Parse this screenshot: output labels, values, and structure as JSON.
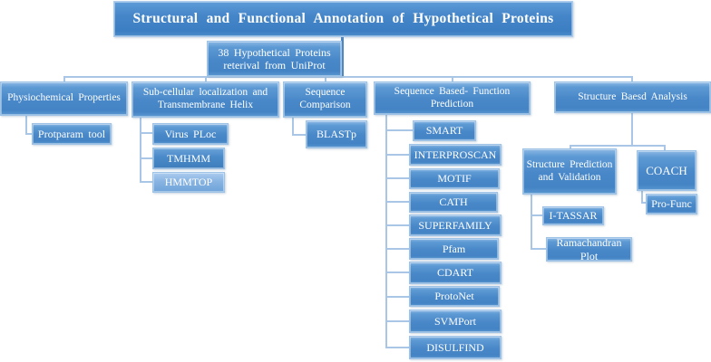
{
  "tree": {
    "label": "Structural  and  Functional  Annotation  of Hypothetical  Proteins",
    "child": {
      "label": "38 Hypothetical  Proteins reterival  from  UniProt",
      "branches": [
        {
          "label": "Physiochemical  Properties",
          "children": [
            {
              "label": "Protparam  tool"
            }
          ]
        },
        {
          "label": "Sub-cellular  localization  and Transmembrane  Helix",
          "children": [
            {
              "label": "Virus  PLoc"
            },
            {
              "label": "TMHMM"
            },
            {
              "label": "HMMTOP"
            }
          ]
        },
        {
          "label": "Sequence Comparison",
          "children": [
            {
              "label": "BLASTp"
            }
          ]
        },
        {
          "label": "Sequence  Based-  Function Prediction",
          "children": [
            {
              "label": "SMART"
            },
            {
              "label": "INTERPROSCAN"
            },
            {
              "label": "MOTIF"
            },
            {
              "label": "CATH"
            },
            {
              "label": "SUPERFAMILY"
            },
            {
              "label": "Pfam"
            },
            {
              "label": "CDART"
            },
            {
              "label": "ProtoNet"
            },
            {
              "label": "SVMPort"
            },
            {
              "label": "DISULFIND"
            }
          ]
        },
        {
          "label": "Structure  Baesd Analysis",
          "children": [
            {
              "label": "Structure Prediction  and Validation",
              "children": [
                {
                  "label": "I-TASSAR"
                },
                {
                  "label": "Ramachandran Plot"
                }
              ]
            },
            {
              "label": "COACH",
              "children": [
                {
                  "label": "Pro-Func"
                }
              ]
            }
          ]
        }
      ]
    }
  },
  "colors": {
    "box_blue": "#4a87c8",
    "box_blue_light": "#8cb8e4",
    "box_blue_dark": "#3c7ec2",
    "box_border": "#9fc2e7",
    "connector": "#a9c6e6",
    "connector_dark": "#4a86c4",
    "text": "#ffffff",
    "background": "#ffffff"
  }
}
